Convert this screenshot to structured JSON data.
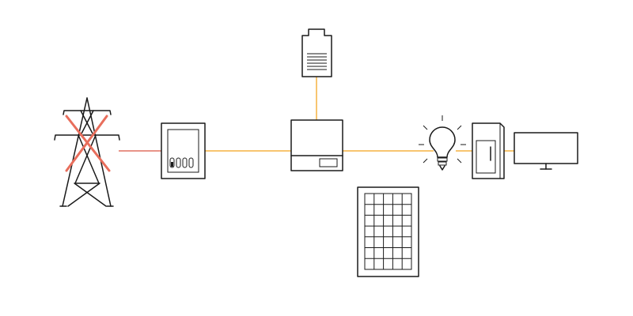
{
  "colors": {
    "power_line": "#f5b240",
    "grid_line": "#e07060",
    "grid_cross": "#e86e5c",
    "ink": "#1a1a1a",
    "background": "#ffffff"
  },
  "components": [
    {
      "id": "transmission-tower",
      "icon": "power-tower-icon",
      "status": "disconnected"
    },
    {
      "id": "electric-meter",
      "icon": "meter-icon"
    },
    {
      "id": "inverter",
      "icon": "inverter-icon"
    },
    {
      "id": "battery",
      "icon": "battery-icon"
    },
    {
      "id": "solar-panel",
      "icon": "solar-panel-icon"
    },
    {
      "id": "light-bulb",
      "icon": "lightbulb-icon",
      "status": "on"
    },
    {
      "id": "refrigerator",
      "icon": "fridge-icon"
    },
    {
      "id": "monitor",
      "icon": "monitor-icon"
    }
  ],
  "connections": [
    {
      "from": "transmission-tower",
      "to": "electric-meter",
      "type": "grid"
    },
    {
      "from": "electric-meter",
      "to": "inverter",
      "type": "power"
    },
    {
      "from": "battery",
      "to": "inverter",
      "type": "power"
    },
    {
      "from": "inverter",
      "to": "light-bulb",
      "type": "power"
    },
    {
      "from": "light-bulb",
      "to": "refrigerator",
      "type": "power"
    },
    {
      "from": "refrigerator",
      "to": "monitor",
      "type": "power"
    }
  ]
}
